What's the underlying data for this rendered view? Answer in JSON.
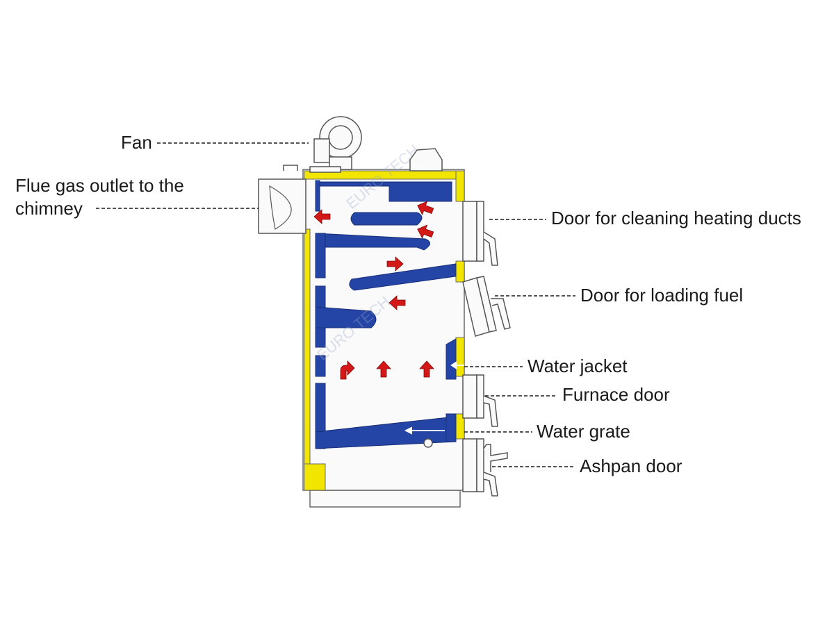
{
  "labels": {
    "fan": "Fan",
    "flue_line1": "Flue gas outlet to the",
    "flue_line2": "chimney",
    "cleaning_door": "Door for cleaning heating ducts",
    "loading_door": "Door for loading fuel",
    "water_jacket": "Water jacket",
    "furnace_door": "Furnace door",
    "water_grate": "Water grate",
    "ashpan_door": "Ashpan door"
  },
  "watermark": "EURO TECH",
  "colors": {
    "insulation": "#f2e600",
    "water": "#2444a6",
    "flow_arrow": "#d41818",
    "outline": "#6a6a6a",
    "metal": "#fafafa"
  },
  "icons": {
    "flow": "red-flow-arrow",
    "water_flow": "white-arrow"
  }
}
